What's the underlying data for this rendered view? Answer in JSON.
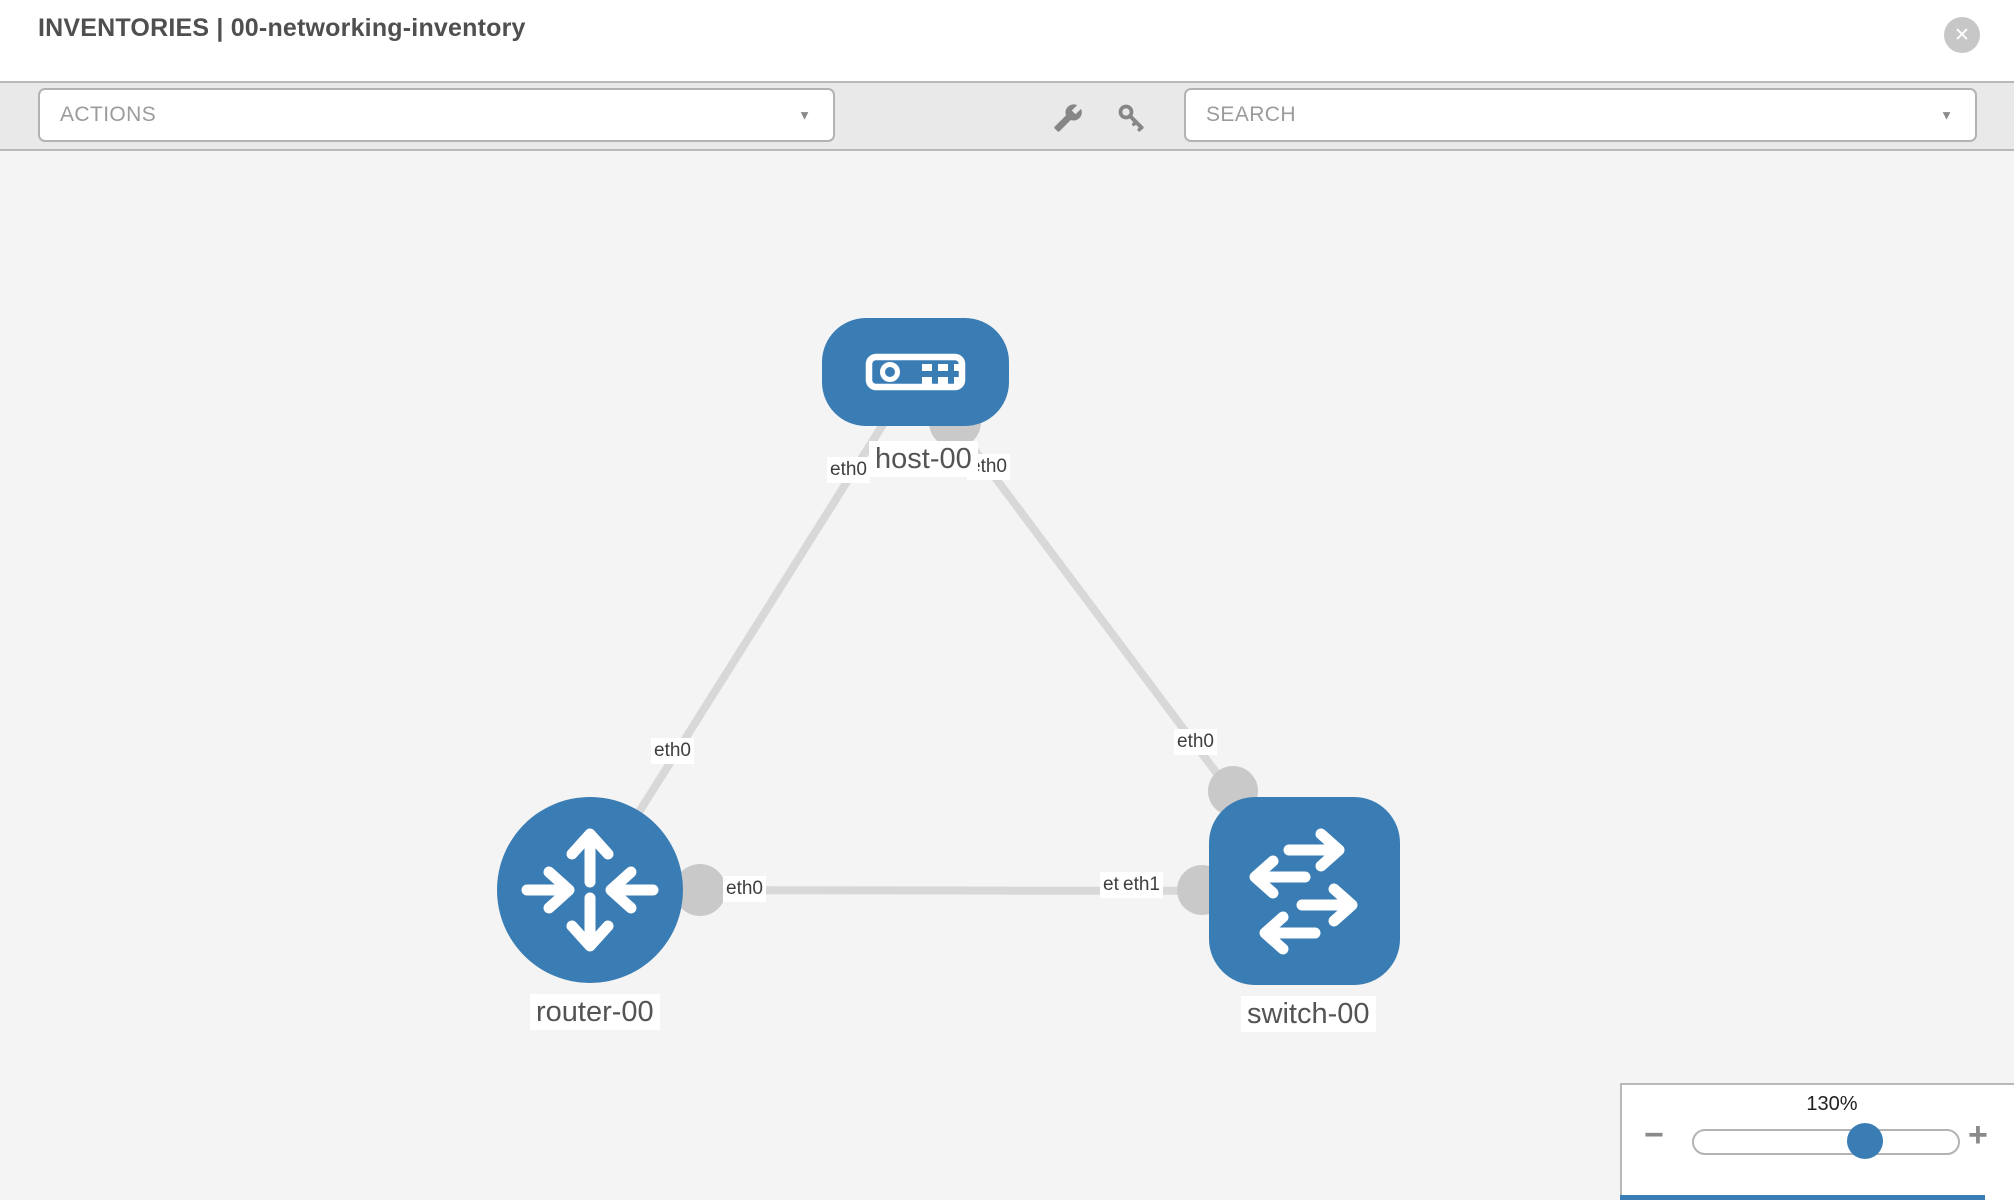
{
  "header": {
    "title": "INVENTORIES | 00-networking-inventory"
  },
  "toolbar": {
    "actions": {
      "label": "ACTIONS"
    },
    "search": {
      "label": "SEARCH"
    },
    "tools": [
      {
        "icon": "wrench-icon"
      },
      {
        "icon": "key-icon"
      }
    ]
  },
  "topology": {
    "nodes": [
      {
        "id": "host-00",
        "label": "host-00",
        "type": "host"
      },
      {
        "id": "router-00",
        "label": "router-00",
        "type": "router"
      },
      {
        "id": "switch-00",
        "label": "switch-00",
        "type": "switch"
      }
    ],
    "links": [
      {
        "from": "host-00",
        "from_iface": "eth0",
        "to": "router-00",
        "to_iface": "eth0"
      },
      {
        "from": "host-00",
        "from_iface": "eth0",
        "to": "switch-00",
        "to_iface": "eth0"
      },
      {
        "from": "router-00",
        "from_iface": "eth0",
        "to": "switch-00",
        "to_iface": "eth1"
      }
    ],
    "overlap_iface": "eth0"
  },
  "zoom_control": {
    "level": "130%"
  },
  "icons": {
    "close": "✕",
    "caret": "▼",
    "minus": "−",
    "plus": "+"
  },
  "colors": {
    "node_fill": "#3a7db4",
    "link": "#d8d8d8",
    "port": "#c9c9c9",
    "canvas_bg": "#f4f4f4",
    "toolbar_bg": "#e9e9e9"
  }
}
